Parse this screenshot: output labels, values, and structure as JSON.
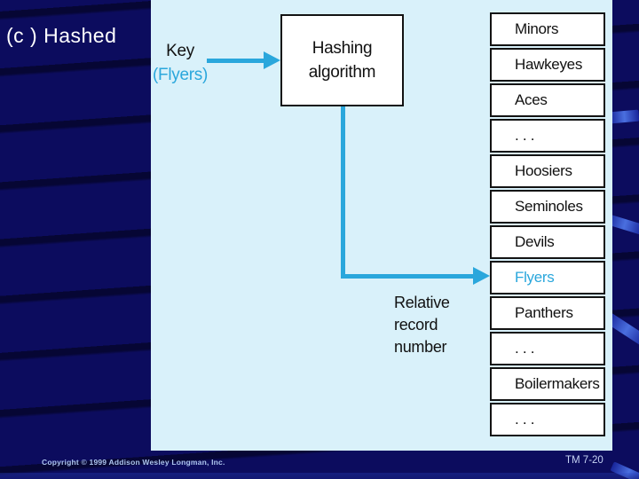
{
  "slide": {
    "title": "(c ) Hashed",
    "footer": {
      "copyright": "Copyright © 1999 Addison Wesley Longman, Inc.",
      "slide_number": "TM 7-20"
    },
    "colors": {
      "background": "#0C0C5E",
      "panel_background": "#D9F1FA",
      "accent_cyan": "#2AA7DC",
      "box_border": "#131313",
      "title_text": "#FFFFFF",
      "footer_text": "#ADC5EF"
    }
  },
  "diagram": {
    "key": {
      "label": "Key",
      "value": "(Flyers)"
    },
    "hash_box_label": "Hashing algorithm",
    "pointer_label": "Relative\nrecord\nnumber",
    "table": {
      "rows": [
        {
          "label": "Minors",
          "highlight": false
        },
        {
          "label": "Hawkeyes",
          "highlight": false
        },
        {
          "label": "Aces",
          "highlight": false
        },
        {
          "label": ". . .",
          "highlight": false
        },
        {
          "label": "Hoosiers",
          "highlight": false
        },
        {
          "label": "Seminoles",
          "highlight": false
        },
        {
          "label": "Devils",
          "highlight": false
        },
        {
          "label": "Flyers",
          "highlight": true
        },
        {
          "label": "Panthers",
          "highlight": false
        },
        {
          "label": ". . .",
          "highlight": false
        },
        {
          "label": "Boilermakers",
          "highlight": false
        },
        {
          "label": ". . .",
          "highlight": false
        }
      ]
    }
  }
}
